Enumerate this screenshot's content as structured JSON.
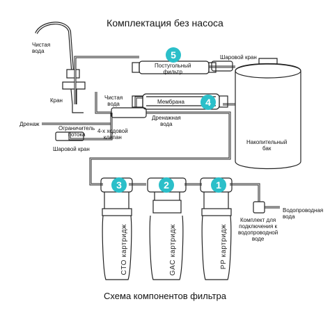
{
  "title": "Комплектация без насоса",
  "caption": "Схема компонентов фильтра",
  "accent_color": "#2bbfc9",
  "labels": {
    "clean_water_tap": [
      "Чистая",
      "вода"
    ],
    "tap": "Кран",
    "post_filter": [
      "Постугольный",
      "фильтр"
    ],
    "ball_valve_top": "Шаровой кран",
    "clean_water": [
      "Чистая",
      "вода"
    ],
    "membrane": "Мембрана",
    "drain_water": [
      "Дренажная",
      "вода"
    ],
    "drain": "Дренаж",
    "flow_limiter": [
      "Ограничитель",
      "потока"
    ],
    "four_way_valve": [
      "4-х ходовой",
      "клапан"
    ],
    "ball_valve_bottom": "Шаровой кран",
    "storage_tank": [
      "Накопительный",
      "бак"
    ],
    "tap_water": [
      "Водопроводная",
      "вода"
    ],
    "connection_kit": [
      "Комплект для",
      "подключения к",
      "водопроводной",
      "воде"
    ]
  },
  "stages": [
    {
      "number": "5"
    },
    {
      "number": "4"
    },
    {
      "number": "3",
      "cartridge": "CTO картридж"
    },
    {
      "number": "2",
      "cartridge": "GAC картридж"
    },
    {
      "number": "1",
      "cartridge": "PP картридж"
    }
  ],
  "icons": [
    "faucet-icon",
    "storage-tank-icon",
    "filter-housing-icon",
    "membrane-housing-icon",
    "ball-valve-icon"
  ]
}
